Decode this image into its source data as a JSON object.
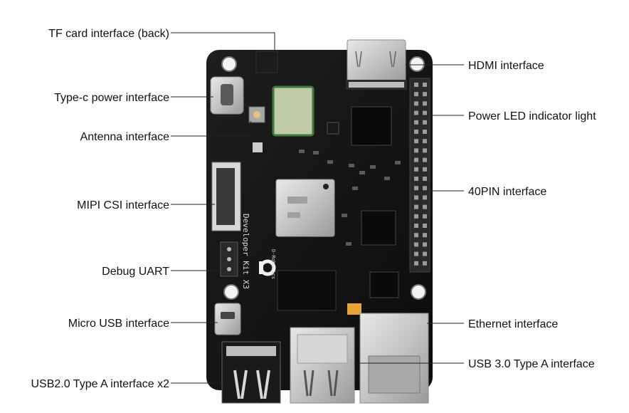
{
  "labels": {
    "tf_card": "TF card interface (back)",
    "type_c": "Type-c power interface",
    "antenna": "Antenna interface",
    "mipi_csi": "MIPI CSI interface",
    "debug_uart": "Debug UART",
    "micro_usb": "Micro USB interface",
    "usb2": "USB2.0 Type A interface x2",
    "hdmi": "HDMI interface",
    "power_led": "Power LED indicator light",
    "pin40": "40PIN interface",
    "ethernet": "Ethernet interface",
    "usb3": "USB 3.0 Type A interface"
  },
  "board": {
    "silkscreen_kit": "Developer Kit X3",
    "silkscreen_brand": "D-Robotics"
  },
  "colors": {
    "pcb": "#141414",
    "metal": "#c9c9c9",
    "module": "#b8c3a6",
    "header": "#2a2a2a",
    "led": "#e8a233"
  }
}
